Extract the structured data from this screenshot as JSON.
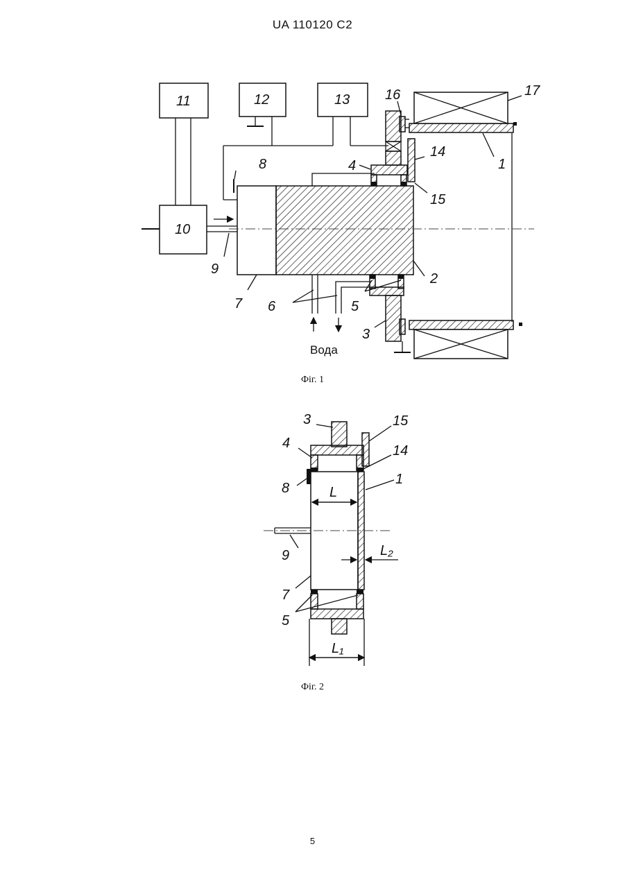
{
  "header": {
    "text": "UA   110120   C2"
  },
  "figure1": {
    "caption": "Фіг. 1",
    "labels": {
      "l1": "1",
      "l2": "2",
      "l3": "3",
      "l4": "4",
      "l5": "5",
      "l6": "6",
      "l7": "7",
      "l8": "8",
      "l9": "9",
      "l10": "10",
      "l11": "11",
      "l12": "12",
      "l13": "13",
      "l14": "14",
      "l15": "15",
      "l16": "16",
      "l17": "17"
    },
    "water_label": "Вода"
  },
  "figure2": {
    "caption": "Фіг. 2",
    "labels": {
      "l1": "1",
      "l3": "3",
      "l4": "4",
      "l5": "5",
      "l7": "7",
      "l8": "8",
      "l9": "9",
      "l14": "14",
      "l15": "15",
      "L": "L",
      "L1": "L₁",
      "L2": "L₂"
    }
  },
  "page_number": "5"
}
